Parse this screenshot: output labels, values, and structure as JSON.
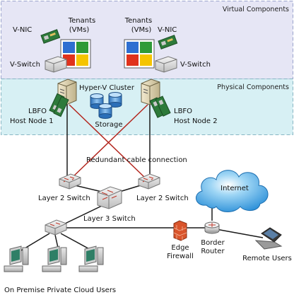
{
  "zones": {
    "virtual": {
      "label": "Virtual Components",
      "color": "#e6e6f5",
      "border": "#9aa3cc"
    },
    "physical": {
      "label": "Physical Components",
      "color": "#d7f0f4",
      "border": "#88b6c4"
    }
  },
  "labels": {
    "tenants_left_1": "Tenants",
    "tenants_left_2": "(VMs)",
    "tenants_right_1": "Tenants",
    "tenants_right_2": "(VMs)",
    "vnic_left": "V-NIC",
    "vnic_right": "V-NIC",
    "vswitch_left": "V-Switch",
    "vswitch_right": "V-Switch",
    "cluster": "Hyper-V Cluster",
    "storage": "Storage",
    "lbfo_left": "LBFO",
    "lbfo_right": "LBFO",
    "host_node_1": "Host Node 1",
    "host_node_2": "Host Node 2",
    "redundant": "Redundant cable connection",
    "l2_left": "Layer 2 Switch",
    "l2_right": "Layer 2 Switch",
    "l3": "Layer 3 Switch",
    "internet": "Internet",
    "edge_1": "Edge",
    "edge_2": "Firewall",
    "border_1": "Border",
    "border_2": "Router",
    "remote_users": "Remote Users",
    "onprem_users": "On Premise Private Cloud Users"
  },
  "tile_colors": {
    "blue": "#2e6fd1",
    "green": "#2f9a37",
    "red": "#e0321c",
    "yellow": "#f5c400"
  },
  "icons": {
    "server": "server-icon",
    "storage": "storage-disks-icon",
    "switch": "network-switch-icon",
    "router": "router-icon",
    "firewall": "firewall-icon",
    "cloud": "cloud-icon",
    "laptop": "laptop-icon",
    "desktop": "desktop-computer-icon",
    "nic": "network-card-icon"
  }
}
